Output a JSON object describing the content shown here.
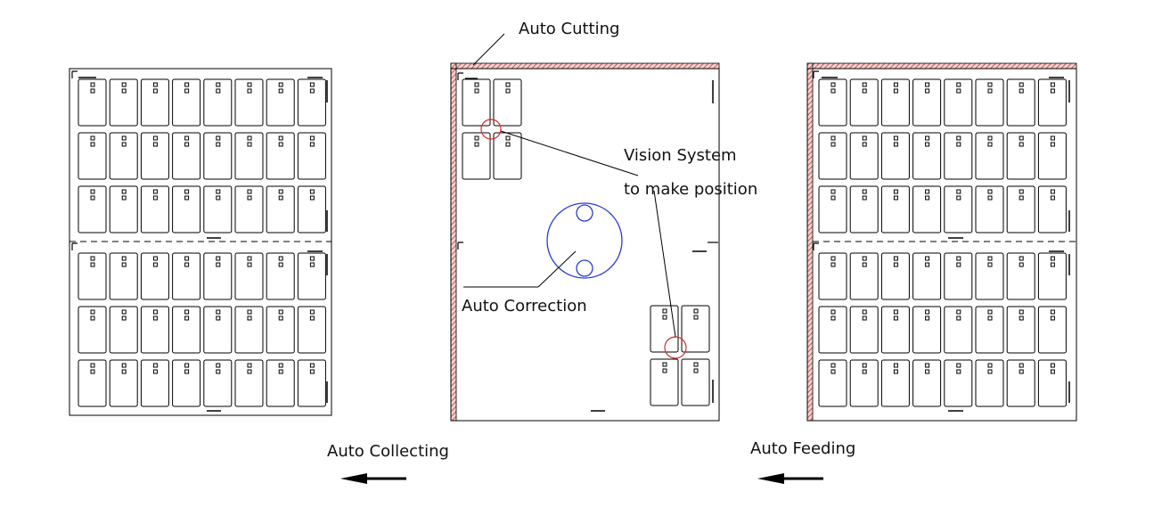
{
  "labels": {
    "auto_cutting": "Auto Cutting",
    "vision_line1": "Vision System",
    "vision_line2": "to make position",
    "auto_correction": "Auto Correction",
    "auto_collecting": "Auto Collecting",
    "auto_feeding": "Auto Feeding"
  },
  "colors": {
    "line": "#000000",
    "hatch": "#c0392b",
    "vision_marker": "#d62b2b",
    "correction": "#2a3bd6"
  },
  "sheets": {
    "collected": {
      "rows": 6,
      "cols": 8
    },
    "feeding": {
      "rows": 6,
      "cols": 8
    }
  }
}
